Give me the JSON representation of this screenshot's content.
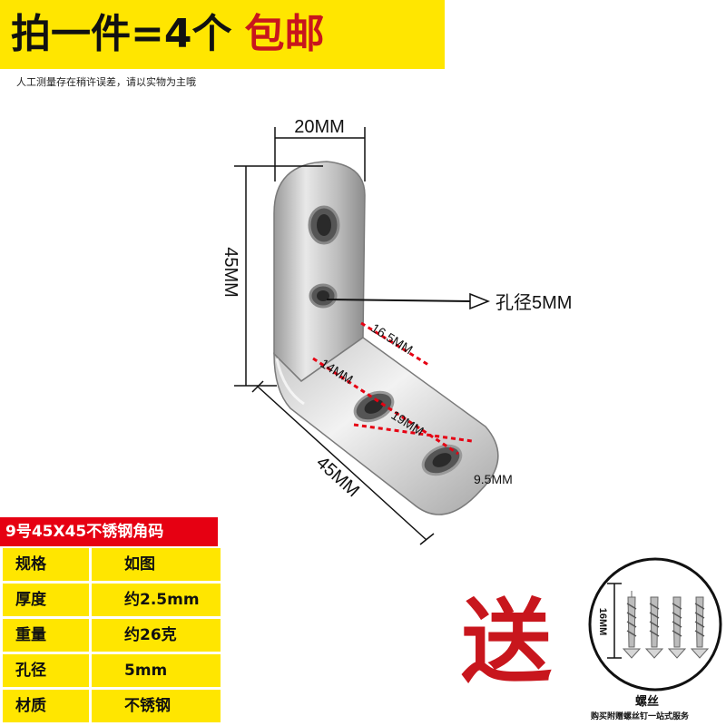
{
  "banner": {
    "title": "拍一件=4个",
    "free_shipping": "包邮",
    "background": "#ffe600",
    "accent": "#c8161d"
  },
  "note": "人工测量存在稍许误差，请以实物为主哦",
  "dimensions": {
    "top_width": "20MM",
    "height": "45MM",
    "length": "45MM",
    "hole_callout": "孔径5MM",
    "d1": "16.5MM",
    "d2": "14MM",
    "d3": "19MM",
    "d4": "9.5MM"
  },
  "product_model": "9号45X45不锈钢角码",
  "specs": [
    {
      "key": "规格",
      "value": "如图"
    },
    {
      "key": "厚度",
      "value": "约2.5mm"
    },
    {
      "key": "重量",
      "value": "约26克"
    },
    {
      "key": "孔径",
      "value": "5mm"
    },
    {
      "key": "材质",
      "value": "不锈钢"
    }
  ],
  "gift": {
    "char": "送",
    "screw_length": "16MM",
    "label": "螺丝",
    "note": "购买附赠螺丝钉一站式服务"
  },
  "icons": [
    "right-arrow-icon",
    "screw-icon"
  ]
}
